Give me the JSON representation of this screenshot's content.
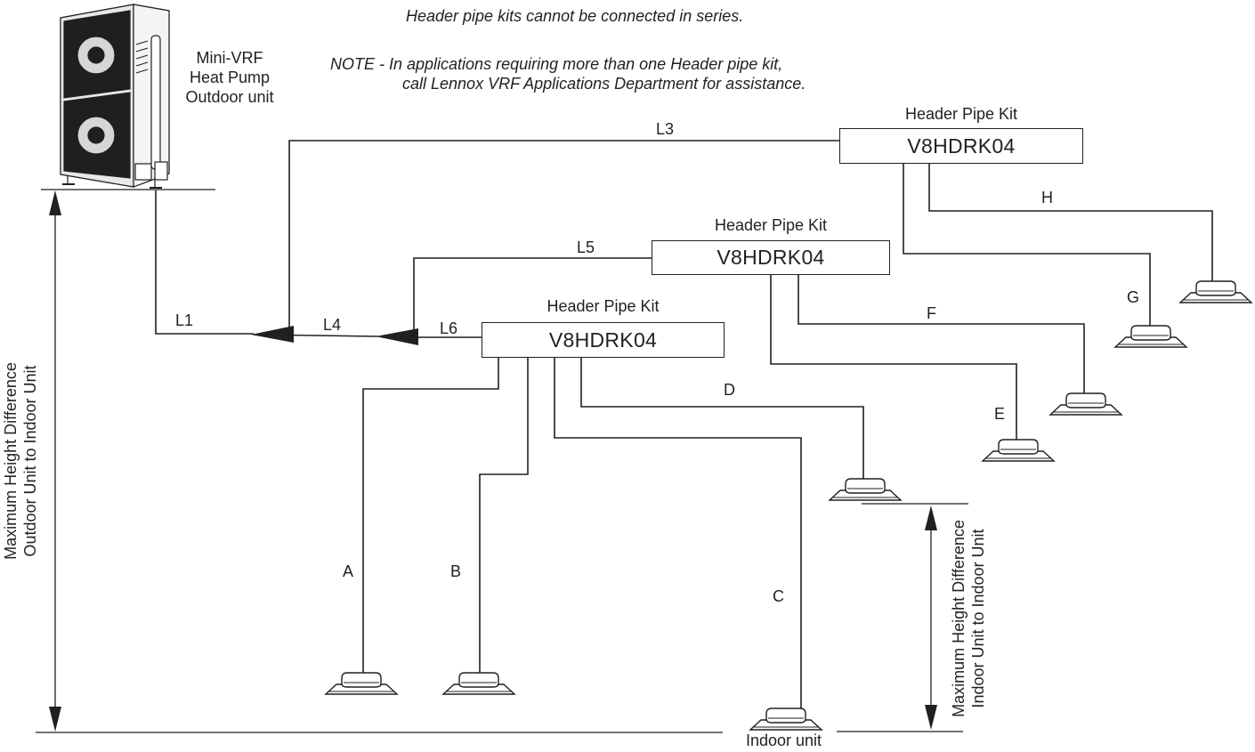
{
  "notes": {
    "top_line": "Header pipe kits cannot be connected in series.",
    "note_line1": "NOTE - In applications requiring more than one Header pipe kit,",
    "note_line2": "call Lennox VRF Applications Department for assistance."
  },
  "outdoor_unit": {
    "line1": "Mini-VRF",
    "line2": "Heat Pump",
    "line3": "Outdoor unit"
  },
  "header_kits": [
    {
      "title": "Header Pipe Kit",
      "model": "V8HDRK04"
    },
    {
      "title": "Header Pipe Kit",
      "model": "V8HDRK04"
    },
    {
      "title": "Header Pipe Kit",
      "model": "V8HDRK04"
    }
  ],
  "pipe_labels": {
    "L1": "L1",
    "L3": "L3",
    "L4": "L4",
    "L5": "L5",
    "L6": "L6",
    "A": "A",
    "B": "B",
    "C": "C",
    "D": "D",
    "E": "E",
    "F": "F",
    "G": "G",
    "H": "H"
  },
  "dimensions": {
    "outdoor_to_indoor": {
      "line1": "Maximum Height Difference",
      "line2": "Outdoor Unit to Indoor Unit"
    },
    "indoor_to_indoor": {
      "line1": "Maximum Height Difference",
      "line2": "Indoor Unit to Indoor Unit"
    }
  },
  "indoor_unit_label": "Indoor unit"
}
